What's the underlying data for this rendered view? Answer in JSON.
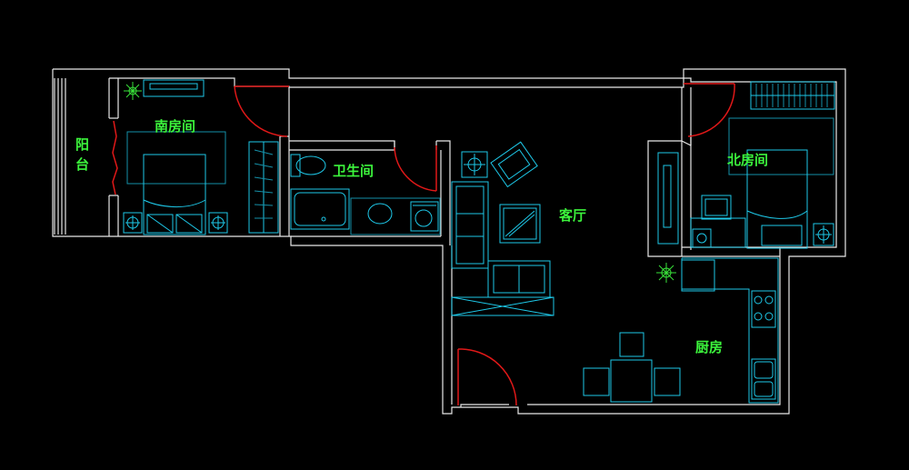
{
  "rooms": {
    "balcony": "阳台",
    "south_bedroom": "南房间",
    "bathroom": "卫生间",
    "living_room": "客厅",
    "north_bedroom": "北房间",
    "kitchen": "厨房"
  },
  "colors": {
    "background": "#000000",
    "walls": "#e8e8e8",
    "furniture": "#1ec8e8",
    "doors": "#e01818",
    "labels": "#3cf43c",
    "plants": "#39e23a"
  }
}
